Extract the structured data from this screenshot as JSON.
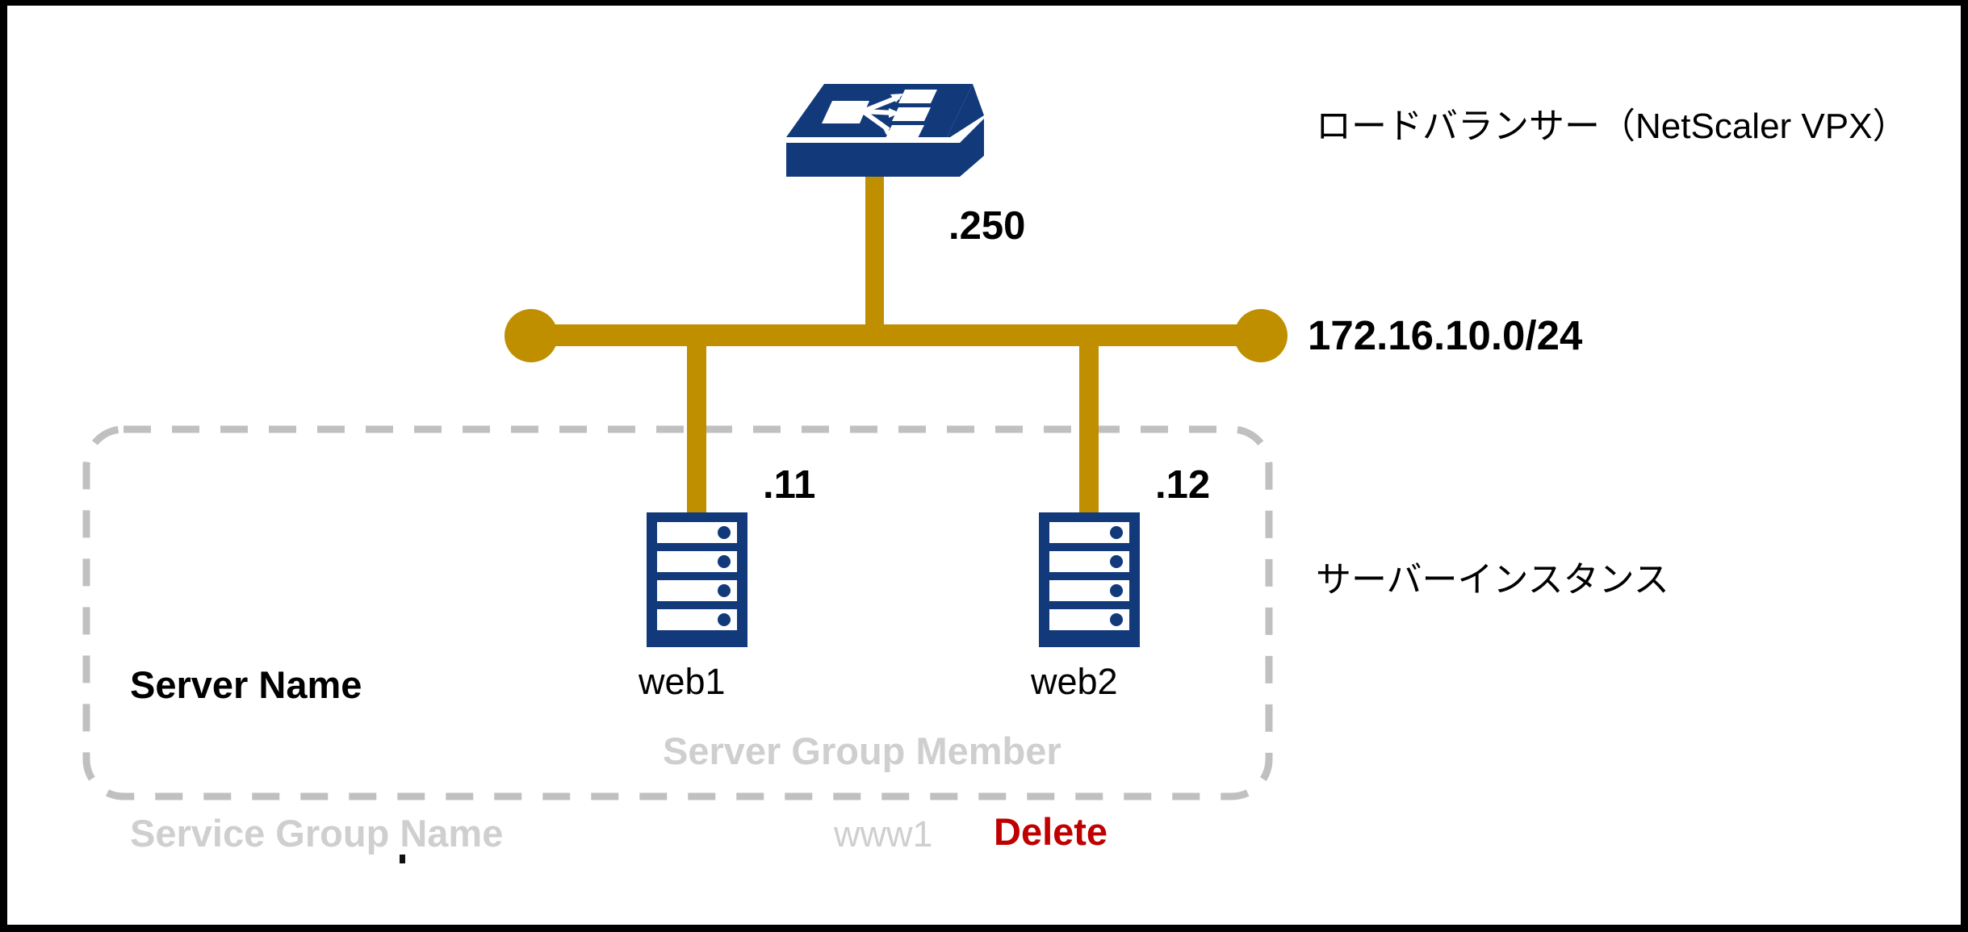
{
  "diagram": {
    "title": "Load balancer and server instance network diagram",
    "colors": {
      "link": "#bf8f00",
      "device": "#123a7a",
      "ghost_text": "#cfcfcf",
      "delete_text": "#c00000",
      "border": "#000000",
      "dashed_group": "#c0c0c0",
      "background": "#ffffff"
    },
    "nodes": {
      "load_balancer": {
        "icon": "load-balancer-switch-icon",
        "label": "ロードバランサー（NetScaler VPX）",
        "ip_suffix": ".250"
      },
      "servers": [
        {
          "icon": "server-rack-icon",
          "hostname": "web1",
          "ip_suffix": ".11"
        },
        {
          "icon": "server-rack-icon",
          "hostname": "web2",
          "ip_suffix": ".12"
        }
      ]
    },
    "network": {
      "subnet_label": "172.16.10.0/24"
    },
    "group": {
      "right_label": "サーバーインスタンス",
      "server_name_label": "Server Name",
      "server_group_member_label": "Server Group Member",
      "service_group_name_label": "Service Group Name",
      "service_group_value": "www1",
      "delete_label": "Delete"
    }
  }
}
